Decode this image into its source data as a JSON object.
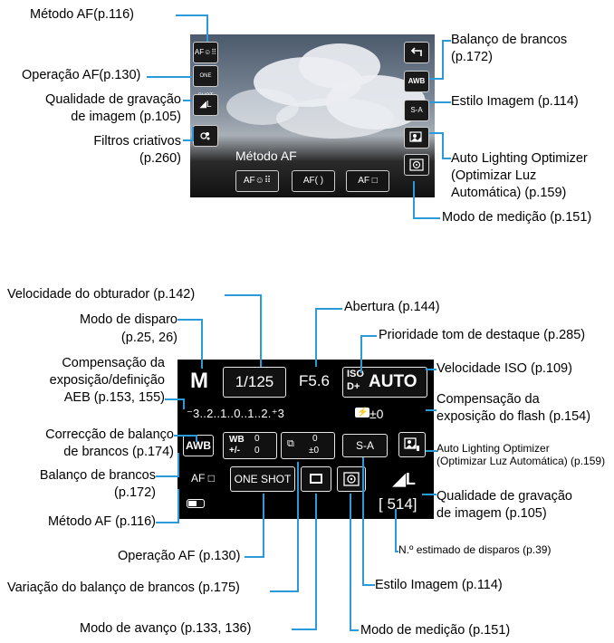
{
  "top_screen": {
    "title": "Método AF",
    "af_method_icon": "AF☺⠿",
    "af_operation_icon": "ONE SHOT",
    "quality_icon": "◢L",
    "creative_filter_icon": "filter-icon",
    "white_balance_icon": "AWB",
    "picture_style_icon": "S-A",
    "alo_icon": "alo-icon",
    "metering_icon": "metering-icon",
    "af_options": [
      "AF☺⠿",
      "AF( )",
      "AF □"
    ]
  },
  "top_labels": {
    "af_method": "Método  AF(p.116)",
    "af_operation": "Operação  AF(p.130)",
    "quality_1": "Qualidade de gravação",
    "quality_2": "de imagem (p.105)",
    "filters_1": "Filtros criativos",
    "filters_2": "(p.260)",
    "wb_1": "Balanço de brancos",
    "wb_2": "(p.172)",
    "picture_style": "Estilo Imagem (p.114)",
    "alo_1": "Auto Lighting Optimizer",
    "alo_2": "(Optimizar Luz",
    "alo_3": "Automática) (p.159)",
    "metering": "Modo de medição (p.151)"
  },
  "bottom_screen": {
    "mode": "M",
    "shutter": "1/125",
    "aperture": "F5.6",
    "iso": "AUTO",
    "iso_prefix_1": "ISO",
    "iso_prefix_2": "D+",
    "exposure_scale": "⁻3..2..1..0..1..2.⁺3",
    "flash_comp": "±0",
    "wb": "AWB",
    "wb_corr_1": "0",
    "wb_corr_2": "0",
    "wb_bracket_1": "0",
    "wb_bracket_2": "±0",
    "picture_style": "S-A",
    "af_method": "AF □",
    "af_operation": "ONE SHOT",
    "shots": "[ 514]",
    "quality": "◢L"
  },
  "bottom_labels": {
    "shutter": "Velocidade do obturador (p.142)",
    "mode_1": "Modo de disparo",
    "mode_2": "(p.25, 26)",
    "expcomp_1": "Compensação da",
    "expcomp_2": "exposição/definição",
    "expcomp_3": "AEB (p.153, 155)",
    "wbcorr_1": "Correcção de balanço",
    "wbcorr_2": "de brancos (p.174)",
    "wb_1": "Balanço de brancos",
    "wb_2": "(p.172)",
    "afm": "Método AF (p.116)",
    "afo": "Operação AF (p.130)",
    "wbb": "Variação do balanço de brancos (p.175)",
    "drive": "Modo de avanço (p.133, 136)",
    "aperture": "Abertura (p.144)",
    "htp": "Prioridade tom de destaque (p.285)",
    "iso": "Velocidade ISO (p.109)",
    "flash_1": "Compensação da",
    "flash_2": "exposição do flash (p.154)",
    "alo_1": "Auto Lighting Optimizer",
    "alo_2": "(Optimizar Luz Automática) (p.159)",
    "quality_1": "Qualidade de gravação",
    "quality_2": "de imagem (p.105)",
    "shots": "N.º estimado de disparos (p.39)",
    "style": "Estilo Imagem (p.114)",
    "metering": "Modo de medição (p.151)"
  }
}
